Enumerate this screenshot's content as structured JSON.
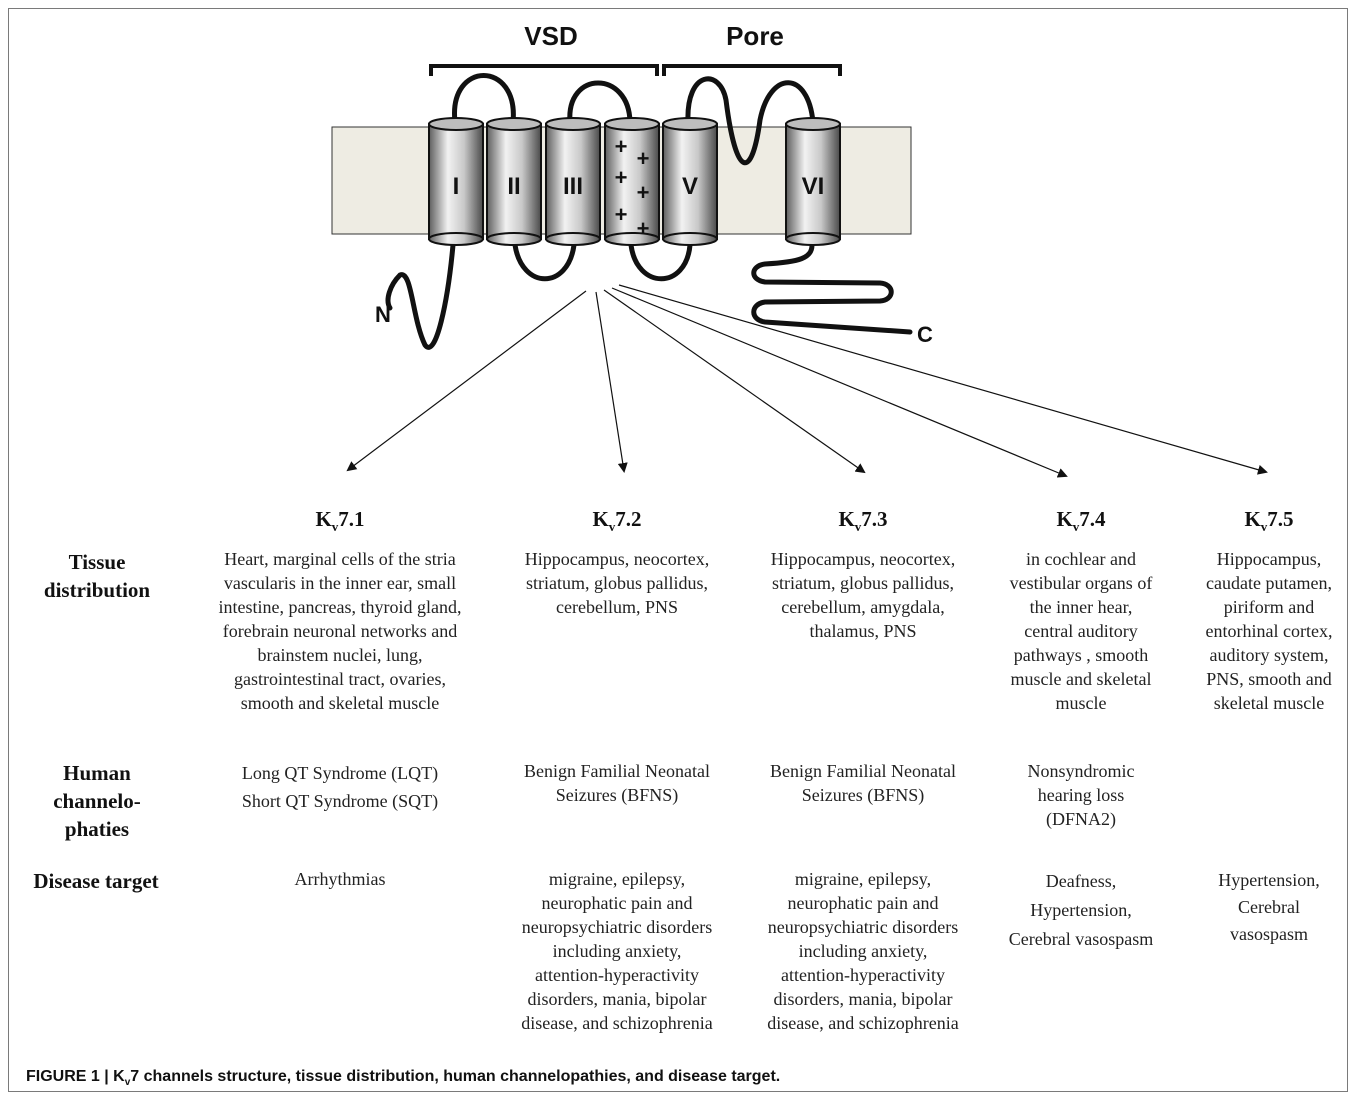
{
  "diagram": {
    "domains": {
      "vsd": "VSD",
      "pore": "Pore"
    },
    "segments": [
      "I",
      "II",
      "III",
      "",
      "V",
      "VI"
    ],
    "charges": [
      "+",
      "+",
      "+",
      "+",
      "+",
      "+"
    ],
    "termini": {
      "n": "N",
      "c": "C"
    }
  },
  "channels": [
    {
      "prefix": "K",
      "sub": "v",
      "suffix": "7.1"
    },
    {
      "prefix": "K",
      "sub": "v",
      "suffix": "7.2"
    },
    {
      "prefix": "K",
      "sub": "v",
      "suffix": "7.3"
    },
    {
      "prefix": "K",
      "sub": "v",
      "suffix": "7.4"
    },
    {
      "prefix": "K",
      "sub": "v",
      "suffix": "7.5"
    }
  ],
  "row_labels": {
    "tissue": [
      "Tissue",
      "distribution"
    ],
    "channelopathies": [
      "Human",
      "channelo-",
      "phaties"
    ],
    "disease": [
      "Disease target"
    ]
  },
  "tissue": [
    [
      "Heart, marginal cells of the stria",
      "vascularis in the inner ear, small",
      "intestine, pancreas, thyroid gland,",
      "forebrain neuronal networks and",
      "brainstem nuclei, lung,",
      "gastrointestinal tract,  ovaries,",
      "smooth and skeletal muscle"
    ],
    [
      "Hippocampus, neocortex,",
      "striatum, globus pallidus,",
      "cerebellum,  PNS"
    ],
    [
      "Hippocampus, neocortex,",
      "striatum, globus pallidus,",
      "cerebellum, amygdala,",
      "thalamus, PNS"
    ],
    [
      "in cochlear and",
      "vestibular organs of",
      "the inner hear,",
      "central auditory",
      "pathways , smooth",
      "muscle and skeletal",
      "muscle"
    ],
    [
      "Hippocampus,",
      "caudate putamen,",
      "piriform and",
      "entorhinal cortex,",
      "auditory system,",
      "PNS, smooth and",
      "skeletal muscle"
    ]
  ],
  "channelopathies": [
    [
      "Long QT Syndrome (LQT)",
      "Short QT Syndrome (SQT)"
    ],
    [
      "Benign Familial Neonatal",
      "Seizures (BFNS)"
    ],
    [
      "Benign Familial Neonatal",
      "Seizures (BFNS)"
    ],
    [
      "Nonsyndromic",
      "hearing loss",
      "(DFNA2)"
    ],
    []
  ],
  "disease": [
    [
      "Arrhythmias"
    ],
    [
      "migraine, epilepsy,",
      "neurophatic pain and",
      "neuropsychiatric disorders",
      "including  anxiety,",
      "attention-hyperactivity",
      "disorders, mania, bipolar",
      "disease, and schizophrenia"
    ],
    [
      "migraine, epilepsy,",
      "neurophatic pain and",
      "neuropsychiatric disorders",
      "including  anxiety,",
      "attention-hyperactivity",
      "disorders, mania, bipolar",
      "disease, and schizophrenia"
    ],
    [
      "Deafness,",
      "Hypertension,",
      "Cerebral vasospasm"
    ],
    [
      "Hypertension,",
      "Cerebral",
      "vasospasm"
    ]
  ],
  "caption": {
    "prefix": "FIGURE 1 | K",
    "sub": "v",
    "rest": "7 channels structure, tissue distribution, human channelopathies, and disease target."
  }
}
